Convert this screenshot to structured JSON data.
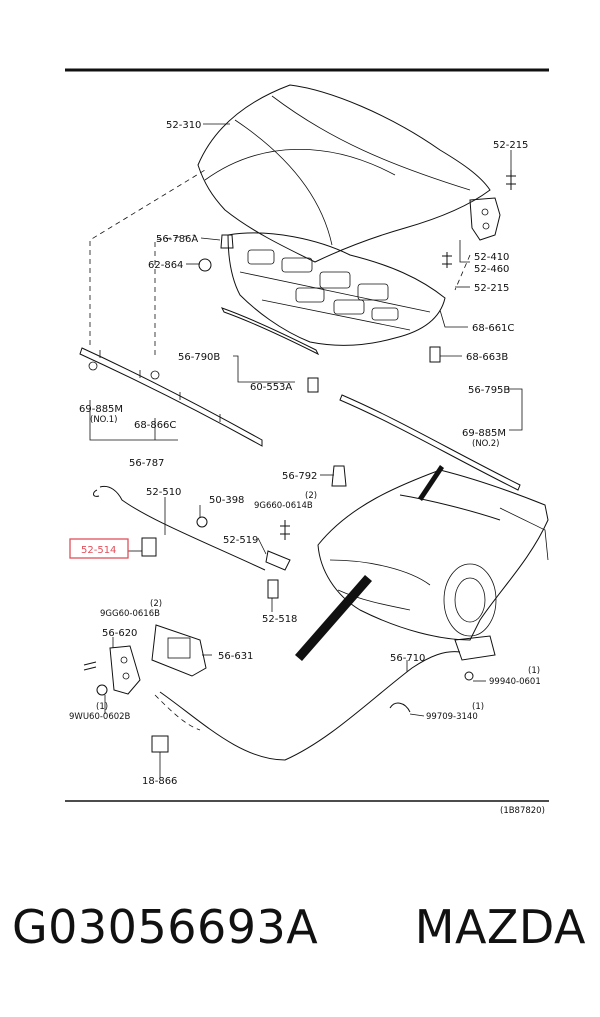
{
  "diagram": {
    "labels": {
      "l52_310": "52-310",
      "l52_215a": "52-215",
      "l56_786a": "56-786A",
      "l62_864": "62-864",
      "l52_410": "52-410",
      "l52_460": "52-460",
      "l52_215b": "52-215",
      "l68_661c": "68-661C",
      "l69_885m_a": "69-885M",
      "l_no1": "(NO.1)",
      "l68_866c": "68-866C",
      "l56_787": "56-787",
      "l56_790b": "56-790B",
      "l60_553a": "60-553A",
      "l68_663b": "68-663B",
      "l56_795b": "56-795B",
      "l69_885m_b": "69-885M",
      "l_no2": "(NO.2)",
      "l56_792": "56-792",
      "l52_510": "52-510",
      "l50_398": "50-398",
      "l_q2a": "(2)",
      "l9g660": "9G660-0614B",
      "l52_514": "52-514",
      "l52_519": "52-519",
      "l52_518": "52-518",
      "l_q2b": "(2)",
      "l9gg60": "9GG60-0616B",
      "l56_620": "56-620",
      "l56_631": "56-631",
      "l_q1a": "(1)",
      "l9wu60": "9WU60-0602B",
      "l56_710": "56-710",
      "l_q1b": "(1)",
      "l99940": "99940-0601",
      "l_q1c": "(1)",
      "l99709": "99709-3140",
      "l18_866": "18-866",
      "ref": "(1B87820)"
    },
    "highlight_color": "#e0505a"
  },
  "footer": {
    "part_number": "G03056693A",
    "brand": "MAZDA"
  }
}
